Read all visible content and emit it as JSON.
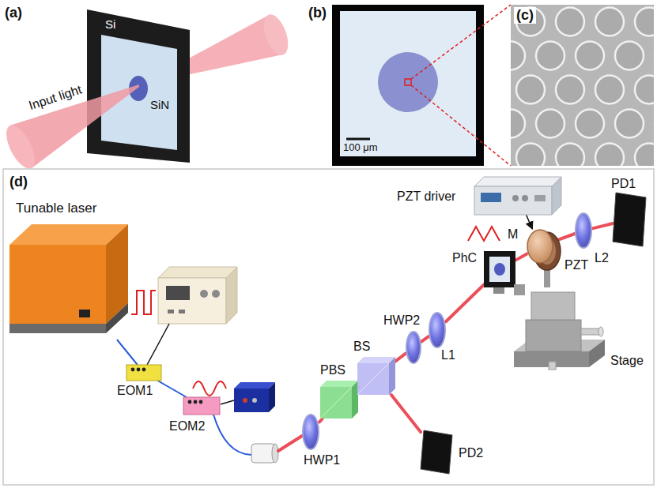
{
  "diagram": {
    "nodes": [
      {
        "text": [
          "Tunable laser"
        ]
      },
      {
        "text": [
          "EOM1"
        ]
      },
      {
        "text": [
          "EOM2"
        ]
      },
      {
        "text": [
          "HWP1"
        ]
      },
      {
        "text": [
          "PBS"
        ]
      },
      {
        "text": [
          "BS"
        ]
      },
      {
        "text": [
          "PD2"
        ]
      },
      {
        "text": [
          "HWP2"
        ]
      },
      {
        "text": [
          "L1"
        ]
      },
      {
        "text": [
          "PhC"
        ]
      },
      {
        "text": [
          "Stage"
        ]
      },
      {
        "text": [
          "PZT"
        ]
      },
      {
        "text": [
          "M"
        ]
      },
      {
        "text": [
          "PZT driver"
        ]
      },
      {
        "text": [
          "L2"
        ]
      },
      {
        "text": [
          "PD1"
        ]
      }
    ],
    "edges": [
      {
        "from": 0,
        "to": 1,
        "arrow": "none"
      },
      {
        "from": 1,
        "to": 2,
        "arrow": "none"
      },
      {
        "from": 3,
        "to": 4,
        "arrow": "none"
      },
      {
        "from": 4,
        "to": 5,
        "arrow": "none"
      },
      {
        "from": 5,
        "to": 6,
        "arrow": "none"
      },
      {
        "from": 5,
        "to": 7,
        "arrow": "none"
      },
      {
        "from": 7,
        "to": 8,
        "arrow": "none"
      },
      {
        "from": 8,
        "to": 9,
        "arrow": "none"
      },
      {
        "from": 9,
        "to": 12,
        "arrow": "none"
      },
      {
        "from": 12,
        "to": 14,
        "arrow": "none"
      },
      {
        "from": 14,
        "to": 15,
        "arrow": "none"
      },
      {
        "from": 13,
        "to": 12,
        "arrow": "to"
      }
    ],
    "labels": [
      "(a)",
      "Si",
      "SiN",
      "Input light",
      "(b)",
      "100 μm",
      "(c)",
      "(d)"
    ]
  }
}
